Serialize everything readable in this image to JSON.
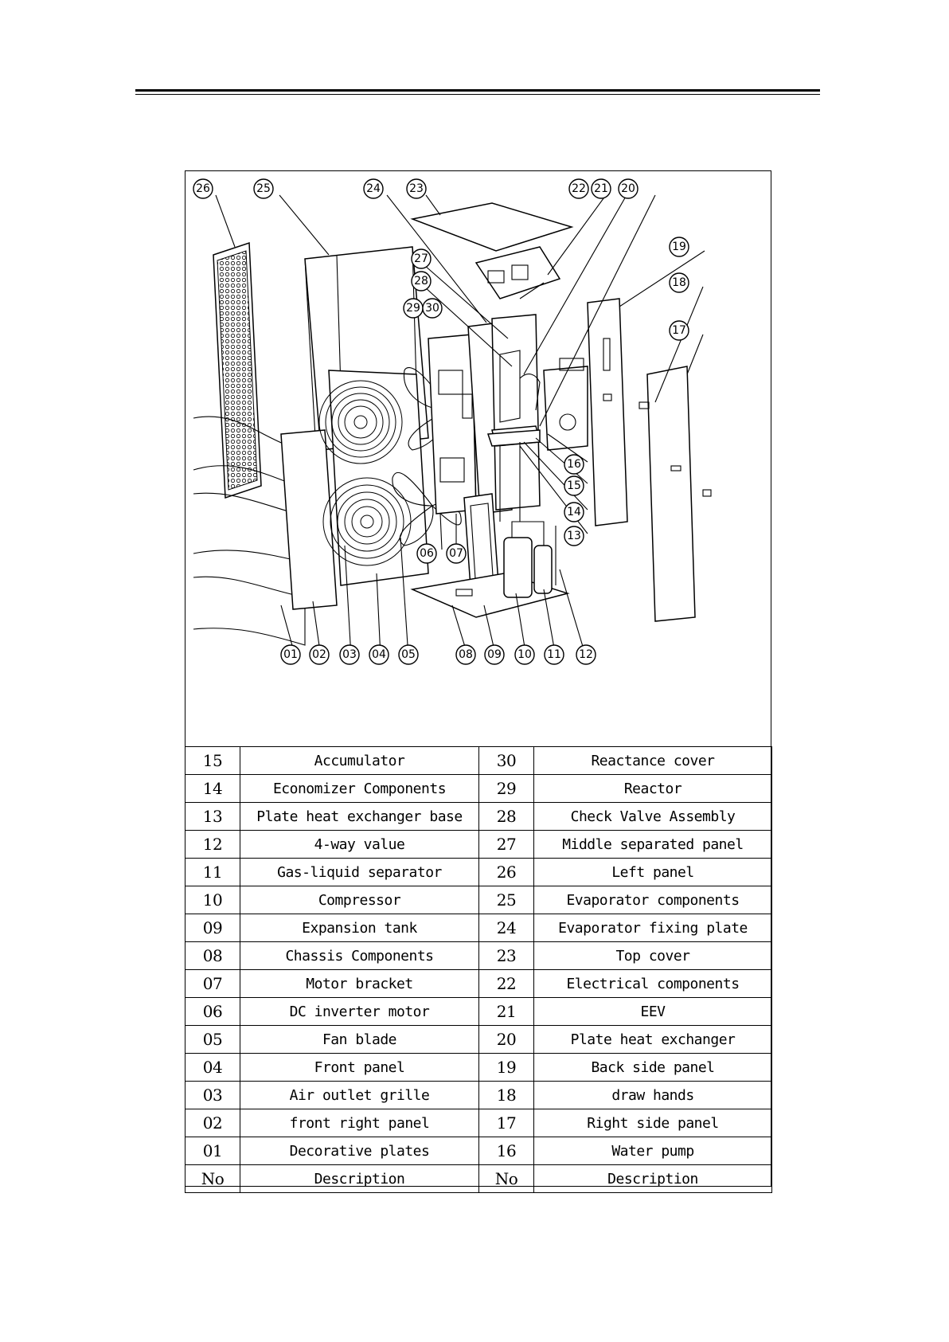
{
  "document": {
    "callouts": [
      "01",
      "02",
      "03",
      "04",
      "05",
      "06",
      "07",
      "08",
      "09",
      "10",
      "11",
      "12",
      "13",
      "14",
      "15",
      "16",
      "17",
      "18",
      "19",
      "20",
      "21",
      "22",
      "23",
      "24",
      "25",
      "26",
      "27",
      "28",
      "29",
      "30"
    ]
  },
  "parts_table": {
    "rows": [
      {
        "no_left": "15",
        "desc_left": "Accumulator",
        "no_right": "30",
        "desc_right": "Reactance cover"
      },
      {
        "no_left": "14",
        "desc_left": "Economizer Components",
        "no_right": "29",
        "desc_right": "Reactor"
      },
      {
        "no_left": "13",
        "desc_left": "Plate heat exchanger base",
        "no_right": "28",
        "desc_right": "Check Valve Assembly"
      },
      {
        "no_left": "12",
        "desc_left": "4-way value",
        "no_right": "27",
        "desc_right": "Middle separated panel"
      },
      {
        "no_left": "11",
        "desc_left": "Gas-liquid separator",
        "no_right": "26",
        "desc_right": "Left panel"
      },
      {
        "no_left": "10",
        "desc_left": "Compressor",
        "no_right": "25",
        "desc_right": "Evaporator components"
      },
      {
        "no_left": "09",
        "desc_left": "Expansion tank",
        "no_right": "24",
        "desc_right": "Evaporator fixing plate"
      },
      {
        "no_left": "08",
        "desc_left": "Chassis Components",
        "no_right": "23",
        "desc_right": "Top cover"
      },
      {
        "no_left": "07",
        "desc_left": "Motor bracket",
        "no_right": "22",
        "desc_right": "Electrical components"
      },
      {
        "no_left": "06",
        "desc_left": "DC inverter motor",
        "no_right": "21",
        "desc_right": "EEV"
      },
      {
        "no_left": "05",
        "desc_left": "Fan blade",
        "no_right": "20",
        "desc_right": "Plate heat exchanger"
      },
      {
        "no_left": "04",
        "desc_left": "Front panel",
        "no_right": "19",
        "desc_right": "Back side panel"
      },
      {
        "no_left": "03",
        "desc_left": "Air outlet grille",
        "no_right": "18",
        "desc_right": "draw hands"
      },
      {
        "no_left": "02",
        "desc_left": "front right panel",
        "no_right": "17",
        "desc_right": "Right side panel"
      },
      {
        "no_left": "01",
        "desc_left": "Decorative plates",
        "no_right": "16",
        "desc_right": "Water pump"
      },
      {
        "no_left": "No",
        "desc_left": "Description",
        "no_right": "No",
        "desc_right": "Description"
      }
    ]
  }
}
